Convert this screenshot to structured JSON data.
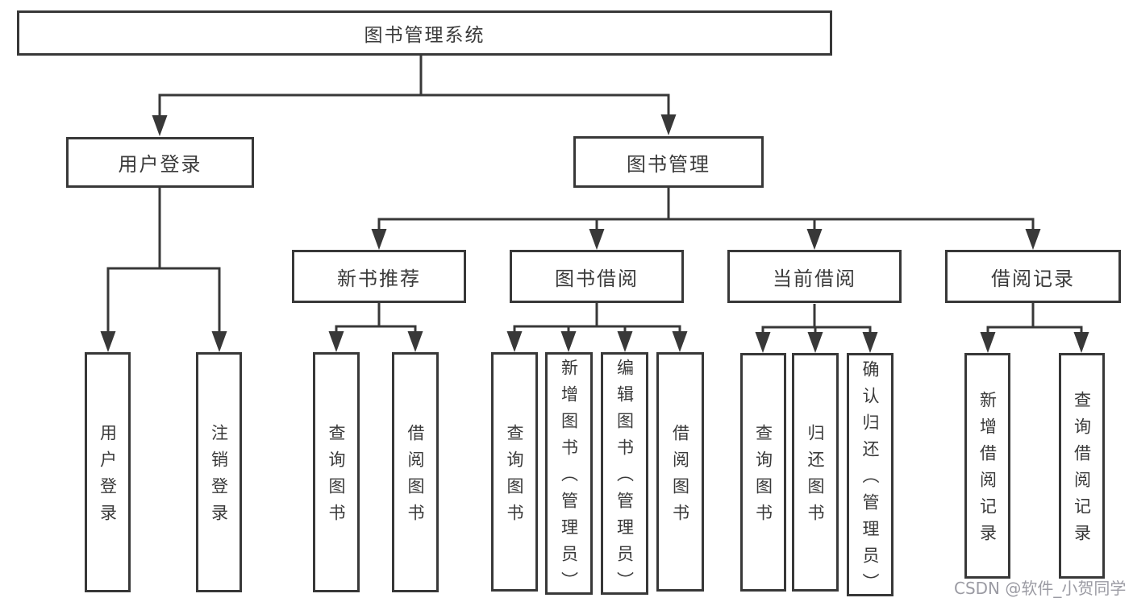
{
  "watermark": "CSDN @软件_小贺同学",
  "colors": {
    "line": "#383838",
    "box_border": "#383838",
    "text": "#3a3a3a",
    "watermark": "#9b9ba3",
    "background": "#ffffff"
  },
  "tree": {
    "root": {
      "label": "图书管理系统",
      "children": [
        {
          "label": "用户登录",
          "children": [
            {
              "label": "用户登录"
            },
            {
              "label": "注销登录"
            }
          ]
        },
        {
          "label": "图书管理",
          "children": [
            {
              "label": "新书推荐",
              "children": [
                {
                  "label": "查询图书"
                },
                {
                  "label": "借阅图书"
                }
              ]
            },
            {
              "label": "图书借阅",
              "children": [
                {
                  "label": "查询图书"
                },
                {
                  "label": "新增图书（管理员）"
                },
                {
                  "label": "编辑图书（管理员）"
                },
                {
                  "label": "借阅图书"
                }
              ]
            },
            {
              "label": "当前借阅",
              "children": [
                {
                  "label": "查询图书"
                },
                {
                  "label": "归还图书"
                },
                {
                  "label": "确认归还（管理员）"
                }
              ]
            },
            {
              "label": "借阅记录",
              "children": [
                {
                  "label": "新增借阅记录"
                },
                {
                  "label": "查询借阅记录"
                }
              ]
            }
          ]
        }
      ]
    }
  }
}
